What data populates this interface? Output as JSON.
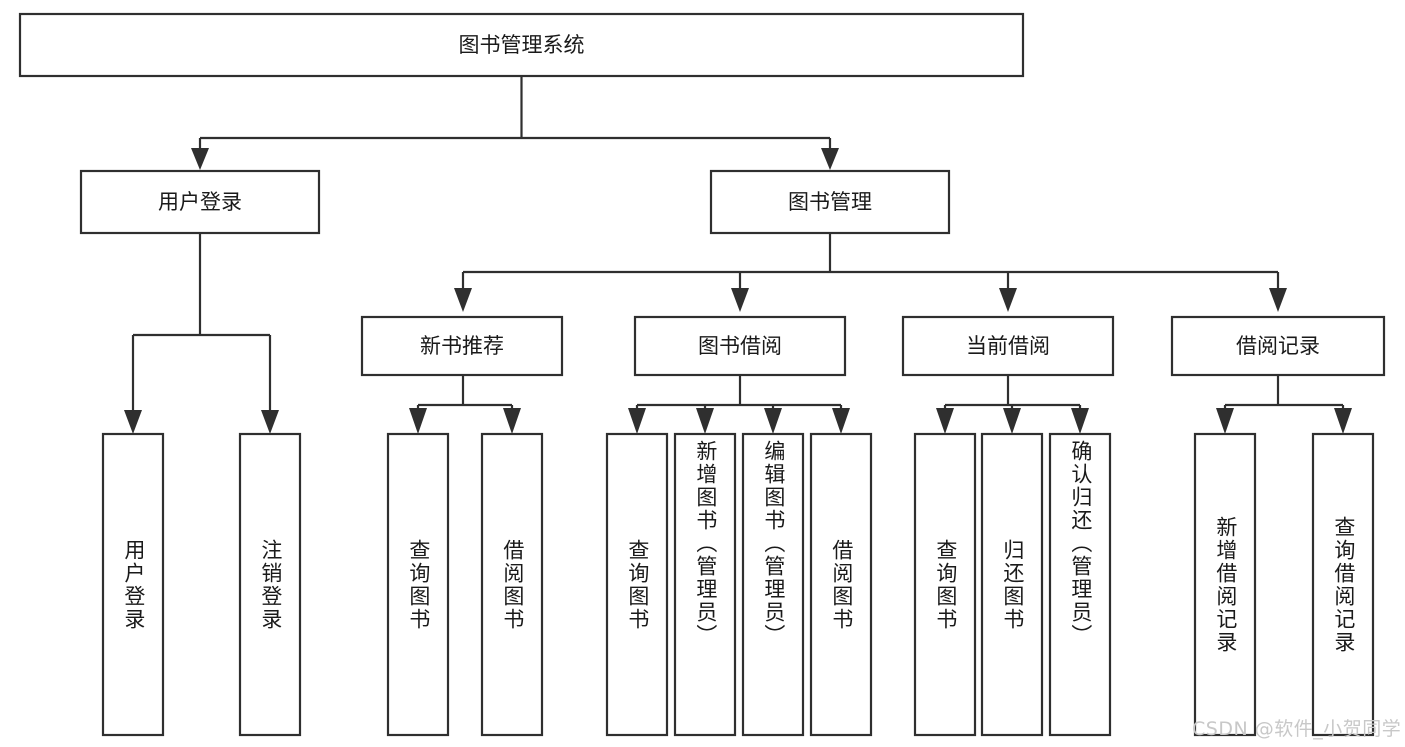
{
  "diagram": {
    "type": "tree-hierarchy",
    "title": "图书管理系统",
    "root": {
      "label": "图书管理系统"
    },
    "level1": [
      {
        "label": "用户登录"
      },
      {
        "label": "图书管理"
      }
    ],
    "level2": [
      {
        "label": "新书推荐"
      },
      {
        "label": "图书借阅"
      },
      {
        "label": "当前借阅"
      },
      {
        "label": "借阅记录"
      }
    ],
    "leaves": {
      "user_login": [
        {
          "label": "用户登录"
        },
        {
          "label": "注销登录"
        }
      ],
      "new_book_recommend": [
        {
          "label": "查询图书"
        },
        {
          "label": "借阅图书"
        }
      ],
      "book_borrow": [
        {
          "label": "查询图书"
        },
        {
          "label": "新增图书（管理员）"
        },
        {
          "label": "编辑图书（管理员）"
        },
        {
          "label": "借阅图书"
        }
      ],
      "current_borrow": [
        {
          "label": "查询图书"
        },
        {
          "label": "归还图书"
        },
        {
          "label": "确认归还（管理员）"
        }
      ],
      "borrow_record": [
        {
          "label": "新增借阅记录"
        },
        {
          "label": "查询借阅记录"
        }
      ]
    },
    "colors": {
      "box_stroke": "#2f2f2f",
      "box_fill": "#ffffff",
      "text": "#1a1a1a",
      "background": "#ffffff",
      "watermark": "#c8c8c8"
    }
  },
  "watermark": {
    "text": "CSDN @软件_小贺同学"
  }
}
